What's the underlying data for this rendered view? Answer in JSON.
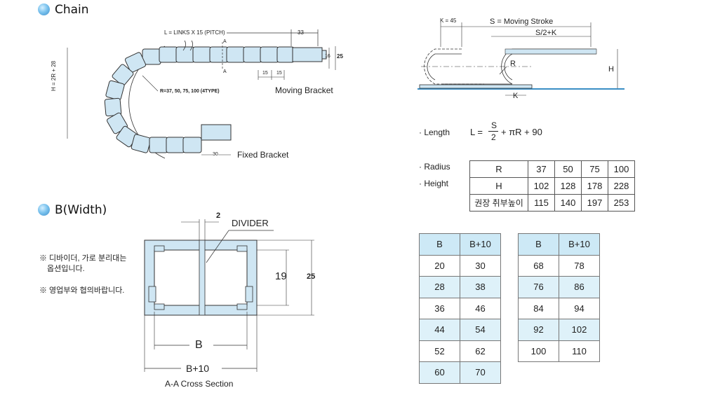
{
  "sections": {
    "chain_title": "Chain",
    "width_title": "B(Width)"
  },
  "chain_diagram": {
    "length_label": "L = LINKS X 15 (PITCH)",
    "dim_33": "33",
    "dim_16": "16",
    "dim_25": "25",
    "dim_15a": "15",
    "dim_15b": "15",
    "section_mark_a1": "A",
    "section_mark_a2": "A",
    "height_label": "H = 2R + 28",
    "radius_label": "R=37, 50, 75, 100 (4TYPE)",
    "moving_bracket": "Moving Bracket",
    "dim_30": "30",
    "fixed_bracket": "Fixed Bracket"
  },
  "stroke_diagram": {
    "k45": "K = 45",
    "stroke": "S = Moving Stroke",
    "half_stroke": "S/2+K",
    "r": "R",
    "h": "H",
    "k": "K"
  },
  "formula": {
    "label": "· Length",
    "lhs": "L =",
    "num": "S",
    "den": "2",
    "rest": "+ πR + 90"
  },
  "radius_table": {
    "label_radius": "· Radius",
    "label_height": "· Height",
    "rows": [
      [
        "R",
        "37",
        "50",
        "75",
        "100"
      ],
      [
        "H",
        "102",
        "128",
        "178",
        "228"
      ],
      [
        "권장 취부높이",
        "115",
        "140",
        "197",
        "253"
      ]
    ]
  },
  "cross_section": {
    "dim_2": "2",
    "divider": "DIVIDER",
    "dim_19": "19",
    "dim_25": "25",
    "b": "B",
    "b10": "B+10",
    "caption": "A-A Cross Section"
  },
  "notes": {
    "note1_line1": "※ 디바이더, 가로 분리대는",
    "note1_line2": "옵션입니다.",
    "note2": "※ 영업부와 협의바랍니다."
  },
  "width_table_left": {
    "header": [
      "B",
      "B+10"
    ],
    "rows": [
      [
        "20",
        "30"
      ],
      [
        "28",
        "38"
      ],
      [
        "36",
        "46"
      ],
      [
        "44",
        "54"
      ],
      [
        "52",
        "62"
      ],
      [
        "60",
        "70"
      ]
    ]
  },
  "width_table_right": {
    "header": [
      "B",
      "B+10"
    ],
    "rows": [
      [
        "68",
        "78"
      ],
      [
        "76",
        "86"
      ],
      [
        "84",
        "94"
      ],
      [
        "92",
        "102"
      ],
      [
        "100",
        "110"
      ]
    ]
  },
  "colors": {
    "accent_blue": "#cde9f6",
    "bullet_blue": "#4a9ad4"
  }
}
